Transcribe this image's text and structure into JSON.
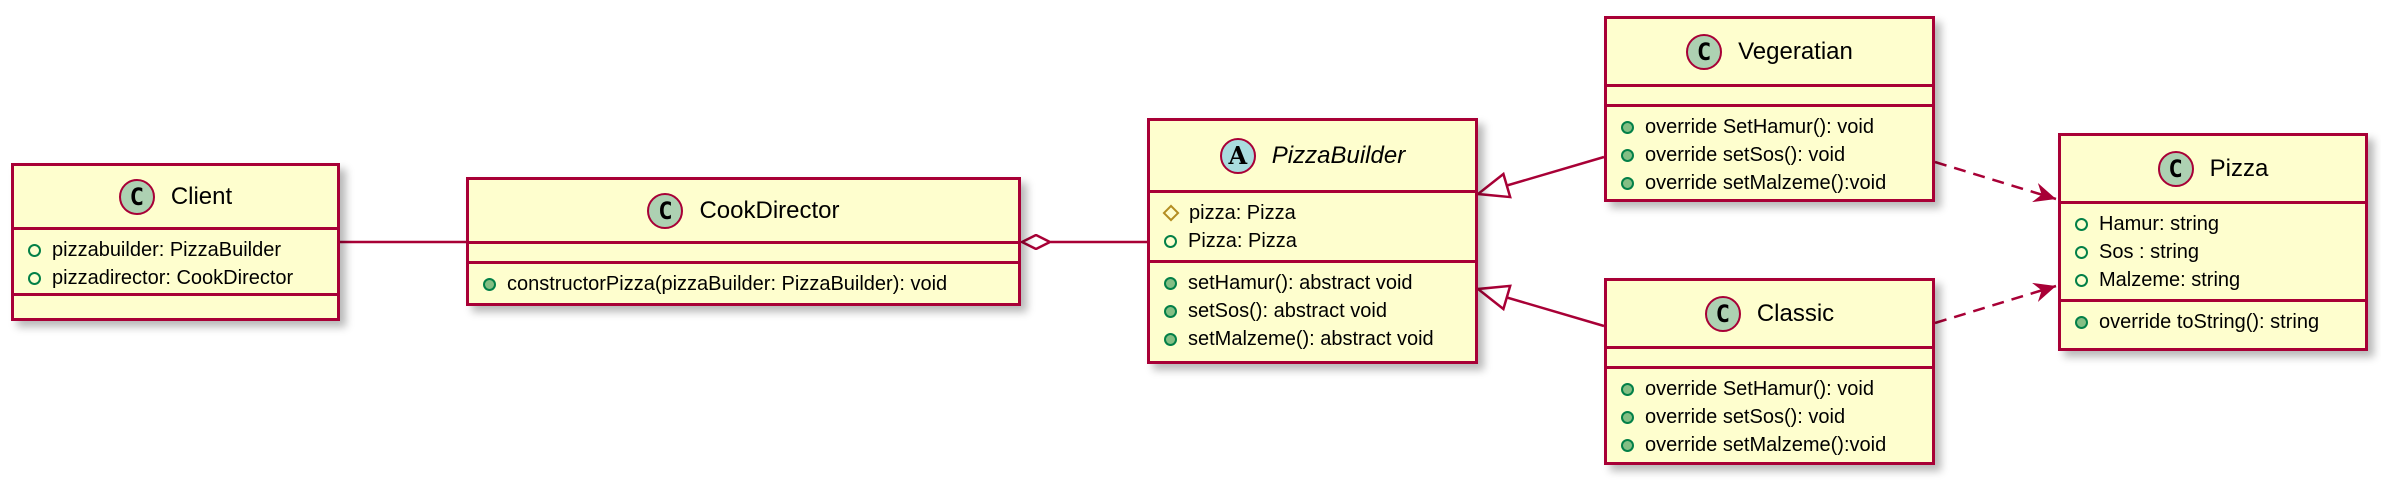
{
  "colors": {
    "class_fill": "#FEFECE",
    "class_border": "#A80036",
    "class_badge": "#ADD1B2",
    "abstract_badge": "#A9DCDF",
    "public_icon": "#038048",
    "protected_icon": "#B38D22",
    "edge": "#A80036"
  },
  "classes": {
    "client": {
      "badge": "C",
      "name": "Client",
      "fields": [
        "pizzabuilder: PizzaBuilder",
        "pizzadirector: CookDirector"
      ],
      "methods": []
    },
    "cook_director": {
      "badge": "C",
      "name": "CookDirector",
      "fields": [],
      "methods": [
        "constructorPizza(pizzaBuilder: PizzaBuilder): void"
      ]
    },
    "pizza_builder": {
      "badge": "A",
      "name": "PizzaBuilder",
      "fields": [
        "pizza: Pizza",
        "Pizza: Pizza"
      ],
      "methods": [
        "setHamur(): abstract void",
        "setSos(): abstract void",
        "setMalzeme(): abstract void"
      ]
    },
    "vegeratian": {
      "badge": "C",
      "name": "Vegeratian",
      "fields": [],
      "methods": [
        "override SetHamur(): void",
        "override setSos(): void",
        "override setMalzeme():void"
      ]
    },
    "classic": {
      "badge": "C",
      "name": "Classic",
      "fields": [],
      "methods": [
        "override SetHamur(): void",
        "override setSos(): void",
        "override setMalzeme():void"
      ]
    },
    "pizza": {
      "badge": "C",
      "name": "Pizza",
      "fields": [
        "Hamur: string",
        "Sos : string",
        "Malzeme: string"
      ],
      "methods": [
        "override toString(): string"
      ]
    }
  },
  "relations": [
    {
      "from": "Client",
      "to": "CookDirector",
      "kind": "association"
    },
    {
      "from": "CookDirector",
      "to": "PizzaBuilder",
      "kind": "aggregation"
    },
    {
      "from": "Vegeratian",
      "to": "PizzaBuilder",
      "kind": "generalization"
    },
    {
      "from": "Classic",
      "to": "PizzaBuilder",
      "kind": "generalization"
    },
    {
      "from": "Vegeratian",
      "to": "Pizza",
      "kind": "dependency"
    },
    {
      "from": "Classic",
      "to": "Pizza",
      "kind": "dependency"
    }
  ]
}
